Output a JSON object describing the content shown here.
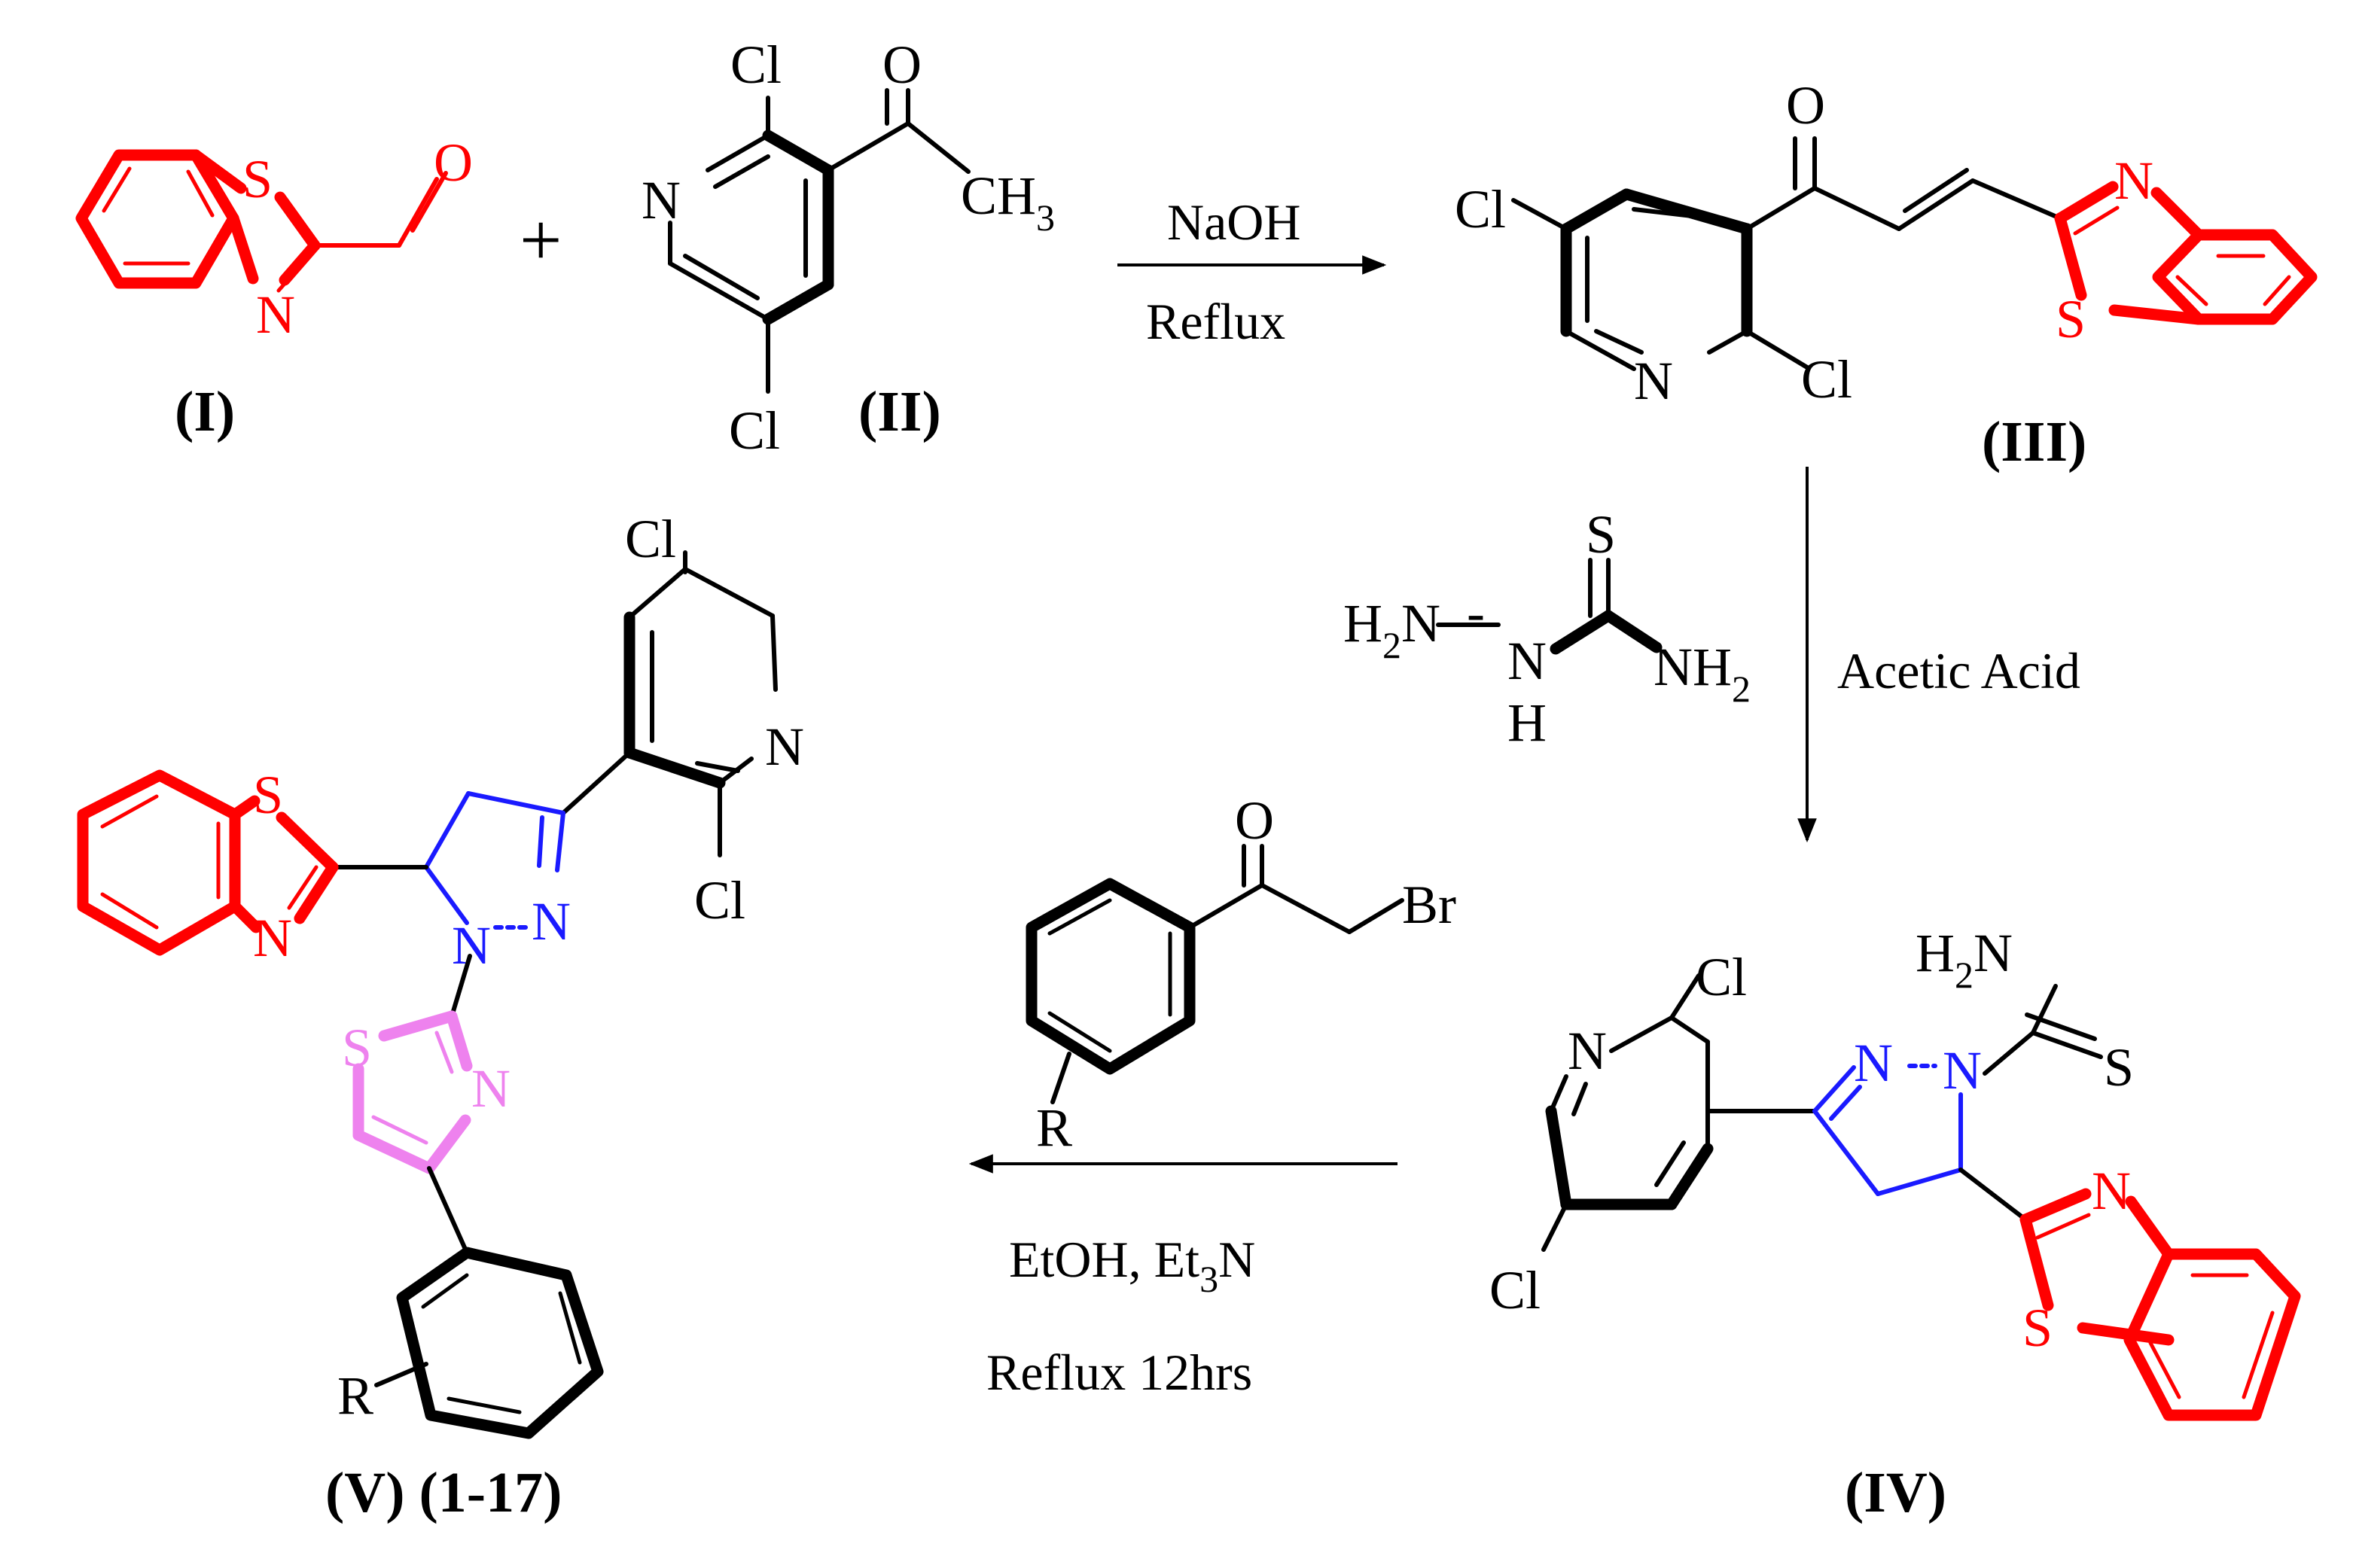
{
  "compounds": {
    "c1": {
      "label": "(I)",
      "aldehyde_O": "O",
      "S": "S",
      "N": "N"
    },
    "c2": {
      "label": "(II)",
      "Cl_top": "Cl",
      "N": "N",
      "Cl_bottom": "Cl",
      "O": "O",
      "CH": "CH",
      "CH_sub": "3"
    },
    "c3": {
      "label": "(III)",
      "Cl_left": "Cl",
      "N_pyr": "N",
      "Cl_right": "Cl",
      "O": "O",
      "N_btz": "N",
      "S_btz": "S"
    },
    "c4": {
      "label": "(IV)",
      "N_pyr": "N",
      "Cl_top": "Cl",
      "Cl_bottom": "Cl",
      "N1": "N",
      "N2": "N",
      "H2N_H": "H",
      "H2N_sub": "2",
      "H2N_N": "N",
      "S_thio": "S",
      "N_btz": "N",
      "S_btz": "S"
    },
    "c5": {
      "label": "(V) (1-17)",
      "Cl_top": "Cl",
      "N_pyr": "N",
      "Cl_mid": "Cl",
      "S_btz": "S",
      "N_btz": "N",
      "N1": "N",
      "N2": "N",
      "S_thz": "S",
      "N_thz": "N",
      "R": "R"
    }
  },
  "reagents": {
    "plus": "+",
    "thiosemicarbazide": {
      "S": "S",
      "H2N_H": "H",
      "H2N_sub": "2",
      "H2N_N": "N",
      "NH": "N",
      "NH_H": "H",
      "NH2_N": "NH",
      "NH2_sub": "2"
    },
    "bromoketone": {
      "O": "O",
      "Br": "Br",
      "R": "R"
    }
  },
  "conditions": {
    "step1_top": "NaOH",
    "step1_bottom": "Reflux",
    "step2": "Acetic Acid",
    "step3_line1_a": "EtOH, Et",
    "step3_line1_sub": "3",
    "step3_line1_b": "N",
    "step3_line2": "Reflux 12hrs"
  },
  "colors": {
    "benzothiazole": "#ff0000",
    "pyrazoline": "#1a1aff",
    "thiazole": "#ee82ee",
    "default": "#000000"
  }
}
